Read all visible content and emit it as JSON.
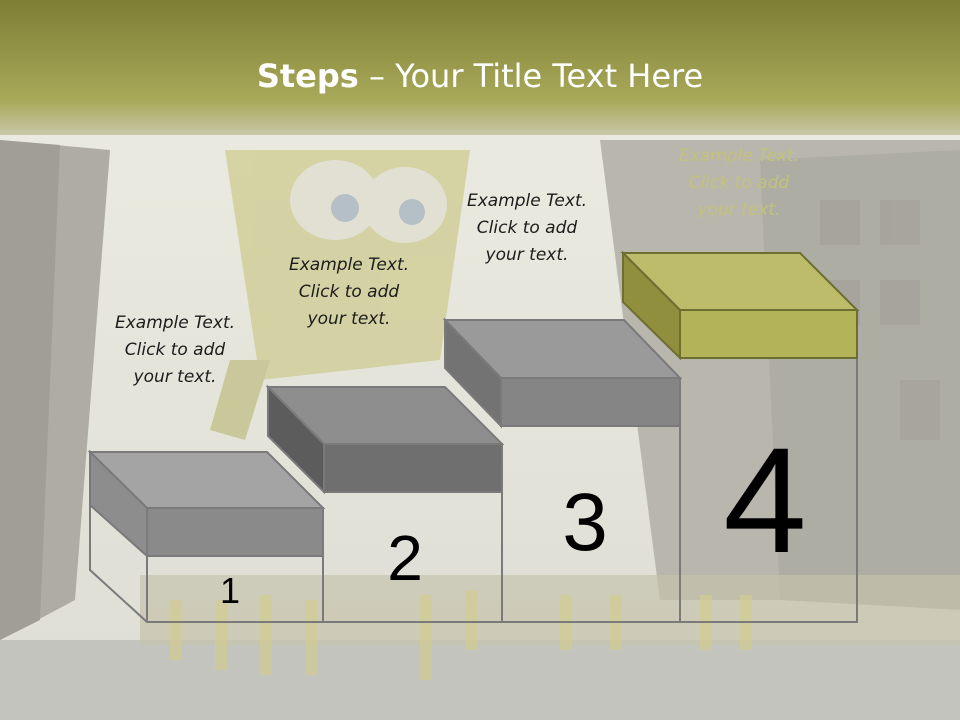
{
  "slide": {
    "title_bold": "Steps",
    "title_rest": " – Your Title Text Here"
  },
  "steps": [
    {
      "number": "1",
      "line1": "Example Text.",
      "line2": "Click  to add",
      "line3": "your text."
    },
    {
      "number": "2",
      "line1": "Example Text.",
      "line2": "Click  to add",
      "line3": "your text."
    },
    {
      "number": "3",
      "line1": "Example Text.",
      "line2": "Click  to add",
      "line3": "your text."
    },
    {
      "number": "4",
      "line1": "Example Text.",
      "line2": "Click  to add",
      "line3": "your text."
    }
  ],
  "colors": {
    "header_olive": "#8b8b3a",
    "highlight_step": "#b5b55a",
    "gray_step": "#8a8a8a"
  }
}
